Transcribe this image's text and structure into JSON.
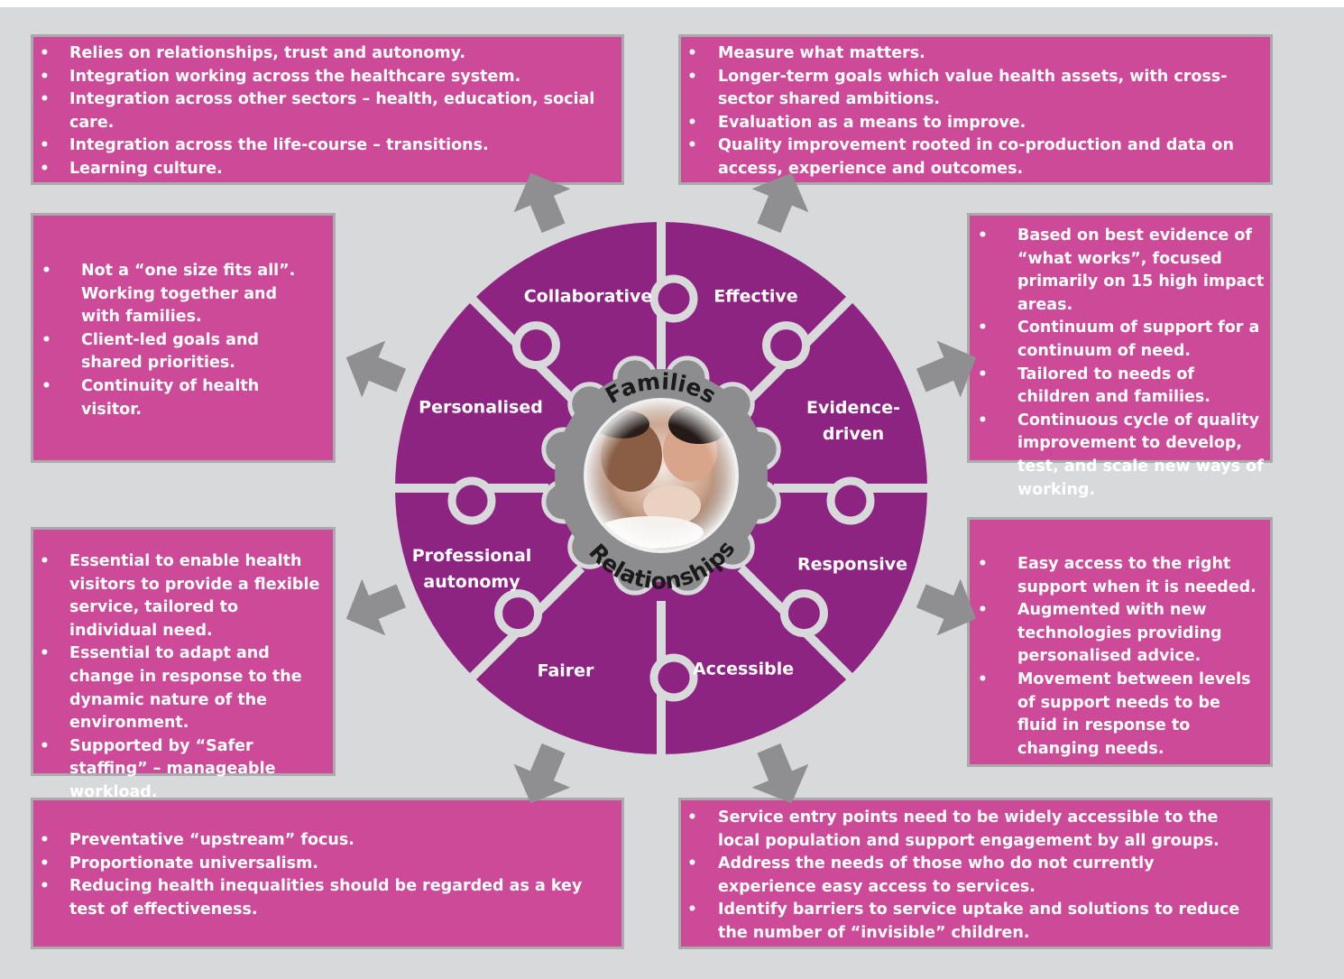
{
  "boxes": {
    "top_left": [
      "Relies on relationships, trust and autonomy.",
      "Integration working across the healthcare system.",
      "Integration across other sectors – health, education, social care.",
      "Integration across the life-course – transitions.",
      "Learning culture."
    ],
    "top_right": [
      "Measure what matters.",
      "Longer-term goals which value health assets, with cross-sector shared ambitions.",
      "Evaluation as a means to improve.",
      "Quality improvement rooted in co-production and data on access, experience and outcomes."
    ],
    "mid_left": [
      "Not a “one size fits all”. Working together and with families.",
      "Client-led goals and shared priorities.",
      "Continuity of health visitor."
    ],
    "mid_right": [
      "Based on best evidence of “what works”, focused primarily on 15 high impact areas.",
      "Continuum of support for a continuum of need.",
      "Tailored to needs of children and families.",
      "Continuous cycle of quality improvement to develop, test, and scale new ways of working."
    ],
    "low_left": [
      "Essential to enable health visitors to provide a flexible service, tailored to individual need.",
      "Essential to adapt and change in response to the dynamic nature of the environment.",
      "Supported by “Safer staffing” – manageable workload."
    ],
    "low_right": [
      "Easy access to the right support when it is needed.",
      "Augmented with new technologies providing personalised advice.",
      "Movement between levels of support needs to be fluid in response to changing needs."
    ],
    "bottom_left": [
      "Preventative “upstream” focus.",
      "Proportionate universalism.",
      "Reducing health inequalities should be regarded as a key test of effectiveness."
    ],
    "bottom_right": [
      "Service entry points need to be widely accessible to the local population and support engagement by all groups.",
      "Address the needs of those who do not currently experience easy access to services.",
      "Identify barriers to service uptake and solutions to reduce the number of “invisible” children."
    ]
  },
  "wheel": {
    "segments": {
      "collaborative": "Collaborative",
      "effective": "Effective",
      "evidence_driven_1": "Evidence-",
      "evidence_driven_2": "driven",
      "responsive": "Responsive",
      "accessible": "Accessible",
      "fairer": "Fairer",
      "professional_autonomy_1": "Professional",
      "professional_autonomy_2": "autonomy",
      "personalised": "Personalised"
    },
    "hub_top": "Families",
    "hub_bottom": "Relationships"
  },
  "colors": {
    "box_fill": "#cc4a98",
    "wheel_fill": "#8e2482",
    "hub_ring": "#8d8d8f",
    "arrow": "#8f8f91",
    "background": "#d8d9da"
  }
}
